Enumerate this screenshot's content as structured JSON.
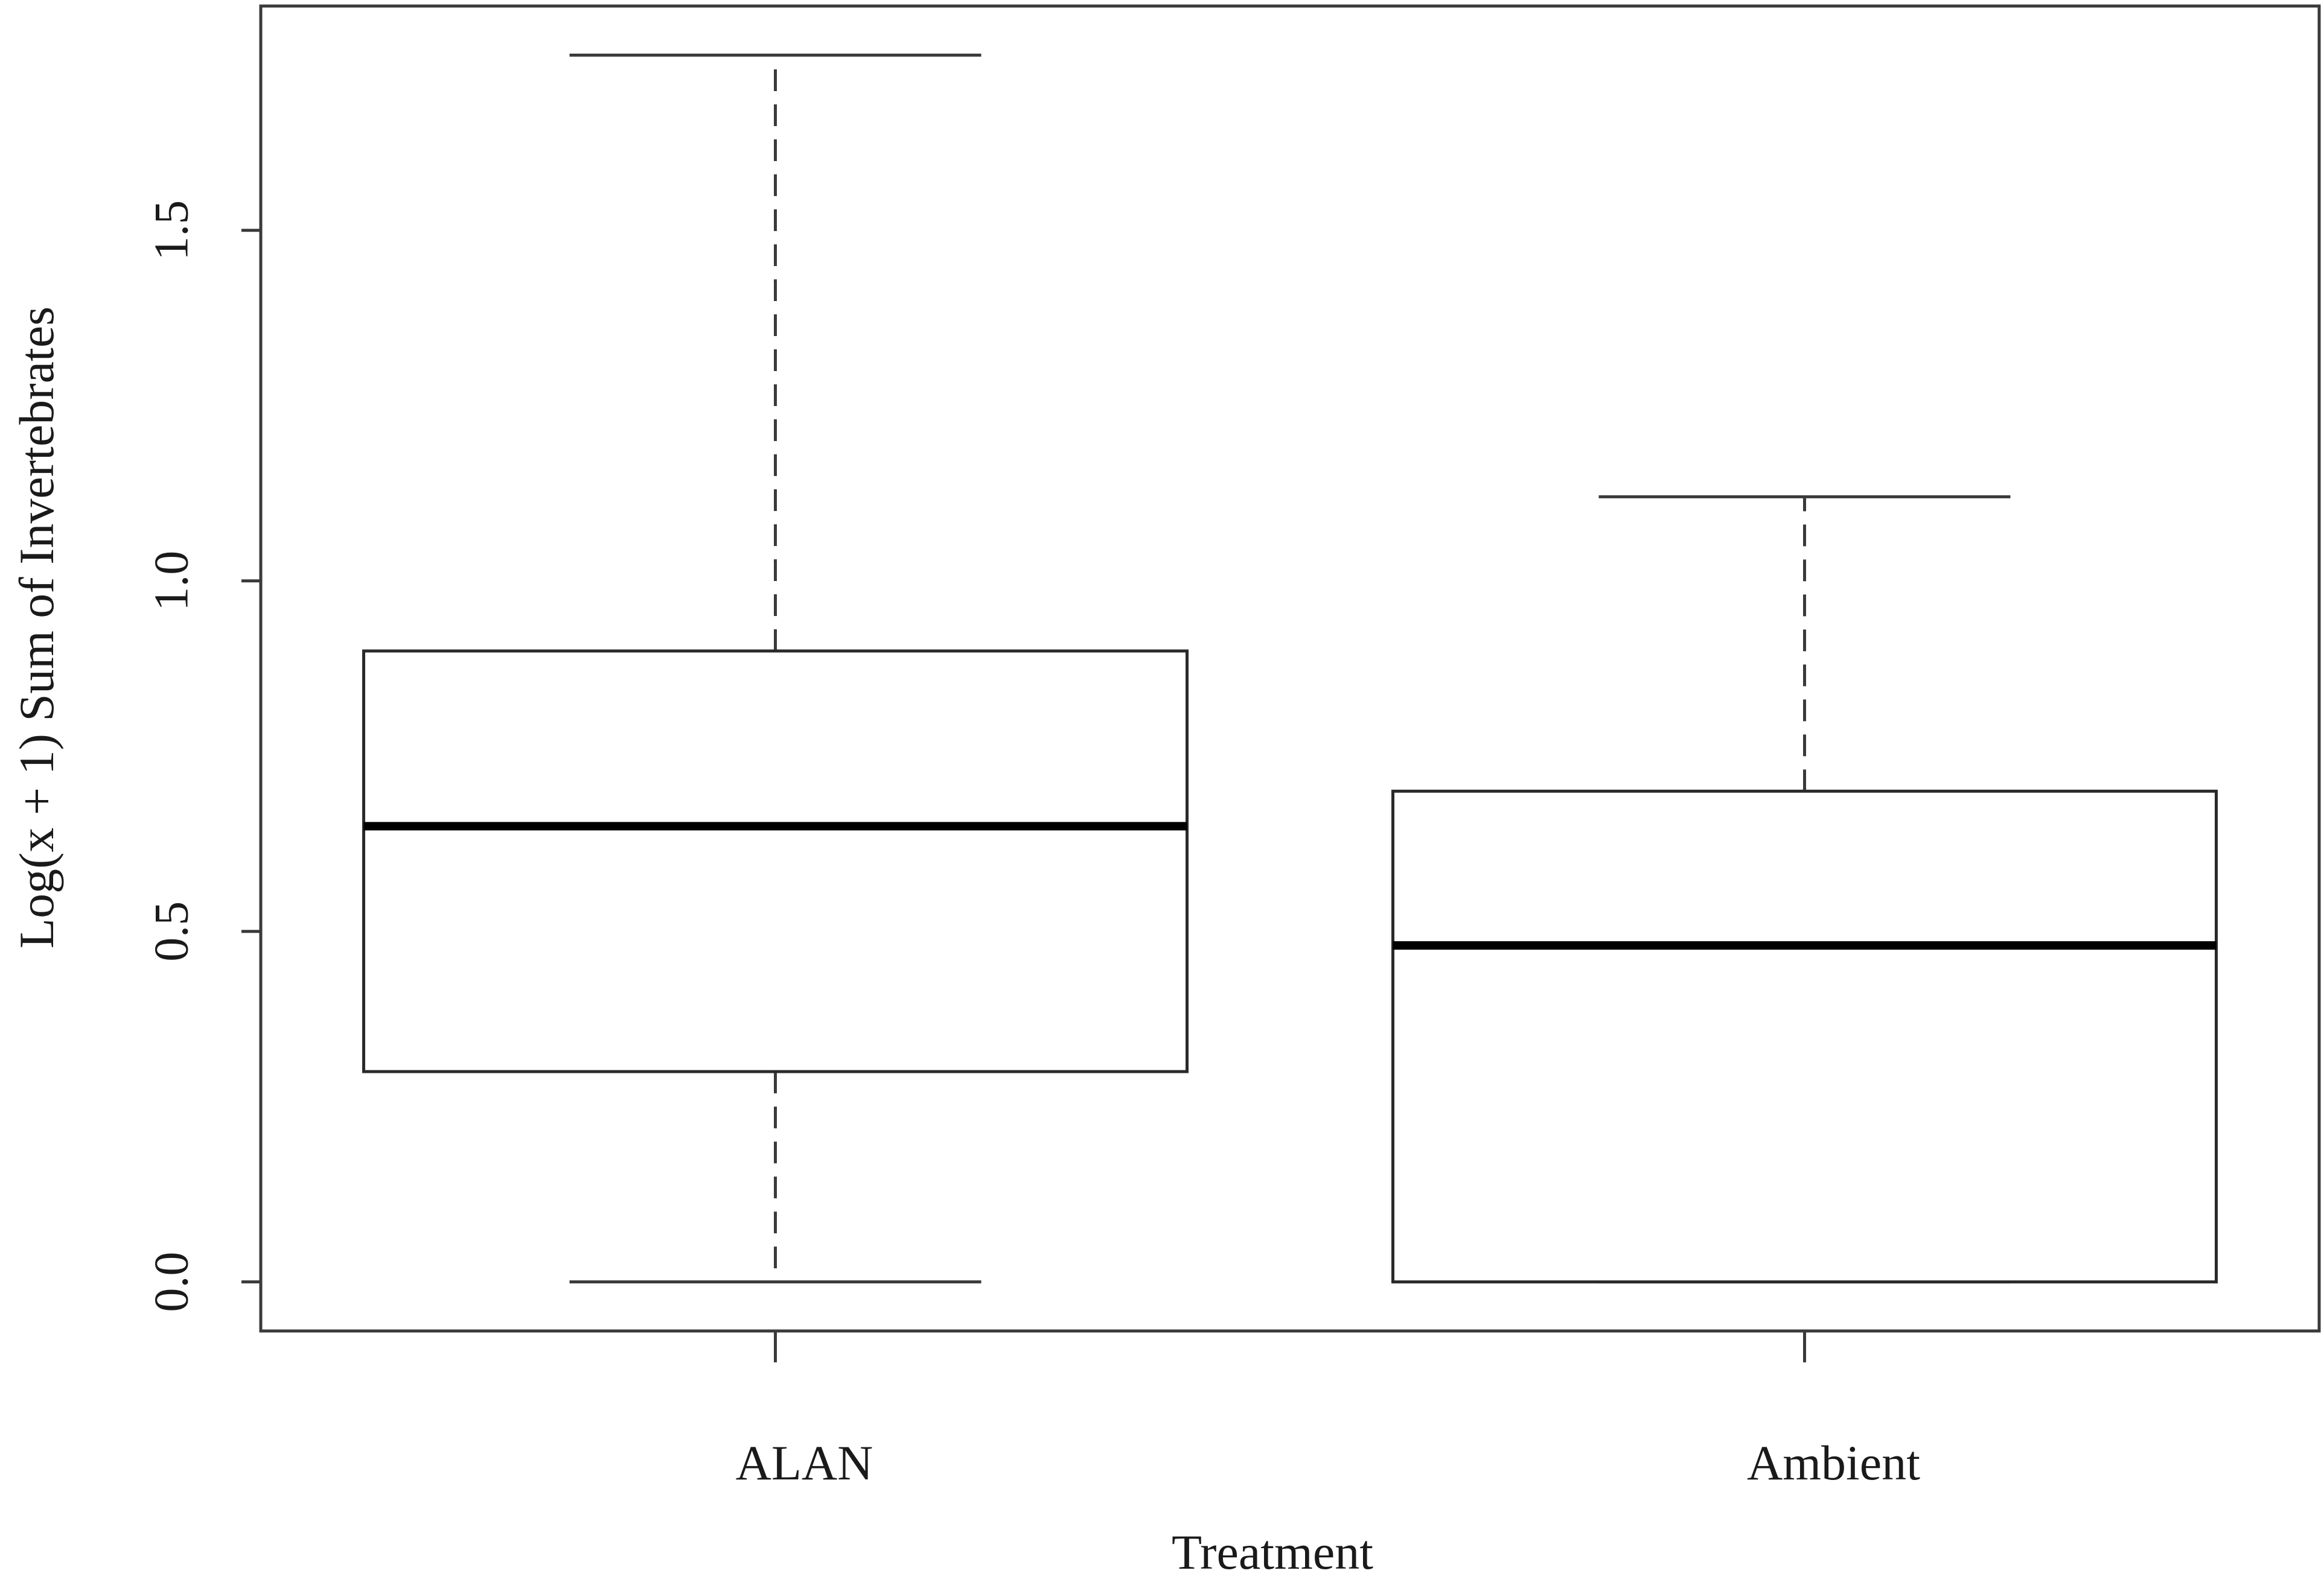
{
  "chart_data": {
    "type": "boxplot",
    "title": "",
    "xlabel": "Treatment",
    "ylabel": "Log(x + 1) Sum  of Invertebrates",
    "ylim": [
      -0.07,
      1.82
    ],
    "yticks": [
      0.0,
      0.5,
      1.0,
      1.5
    ],
    "ytick_labels": [
      "0.0",
      "0.5",
      "1.0",
      "1.5"
    ],
    "categories": [
      "ALAN",
      "Ambient"
    ],
    "boxes": [
      {
        "category": "ALAN",
        "whisker_low": 0.0,
        "q1": 0.3,
        "median": 0.65,
        "q3": 0.9,
        "whisker_high": 1.75
      },
      {
        "category": "Ambient",
        "whisker_low": 0.0,
        "q1": 0.0,
        "median": 0.48,
        "q3": 0.7,
        "whisker_high": 1.12
      }
    ],
    "grid": false,
    "legend": "none"
  }
}
